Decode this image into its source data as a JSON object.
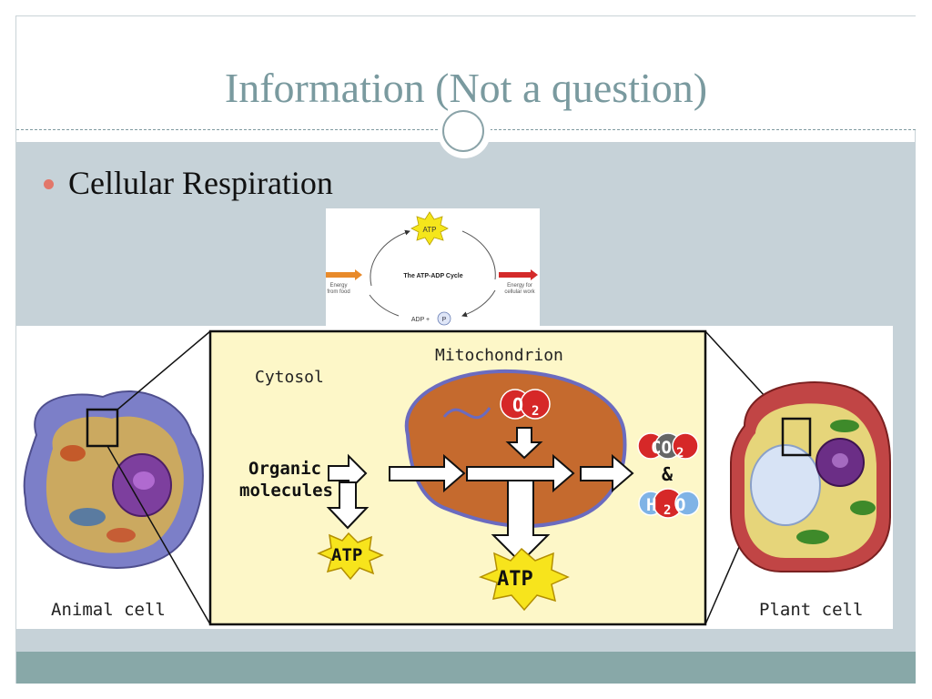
{
  "slide": {
    "title": "Information (Not a question)",
    "bullets": [
      {
        "text": "Cellular Respiration"
      }
    ]
  },
  "atp_cycle_figure": {
    "title": "The ATP-ADP Cycle",
    "top_label": "ATP",
    "left_label_line1": "Energy",
    "left_label_line2": "from food",
    "right_label_line1": "Energy for",
    "right_label_line2": "cellular work",
    "bottom_label": "ADP +",
    "phosphate_label": "P"
  },
  "respiration_figure": {
    "animal_cell_label": "Animal cell",
    "plant_cell_label": "Plant cell",
    "cytosol_label": "Cytosol",
    "mitochondrion_label": "Mitochondrion",
    "organic_line1": "Organic",
    "organic_line2": "molecules",
    "atp_label": "ATP",
    "o2_main": "O",
    "o2_sub": "2",
    "co2_main": "CO",
    "co2_sub": "2",
    "and_label": "&",
    "h2o_h": "H",
    "h2o_sub": "2",
    "h2o_o": "O"
  },
  "colors": {
    "title": "#7a9a9f",
    "content_background": "#c6d2d8",
    "footer": "#88a8a8",
    "bullet": "#e2776a",
    "panel_background": "#fdf7c8",
    "mitochondrion": "#c56a2e",
    "atp_star": "#f7e41c"
  }
}
